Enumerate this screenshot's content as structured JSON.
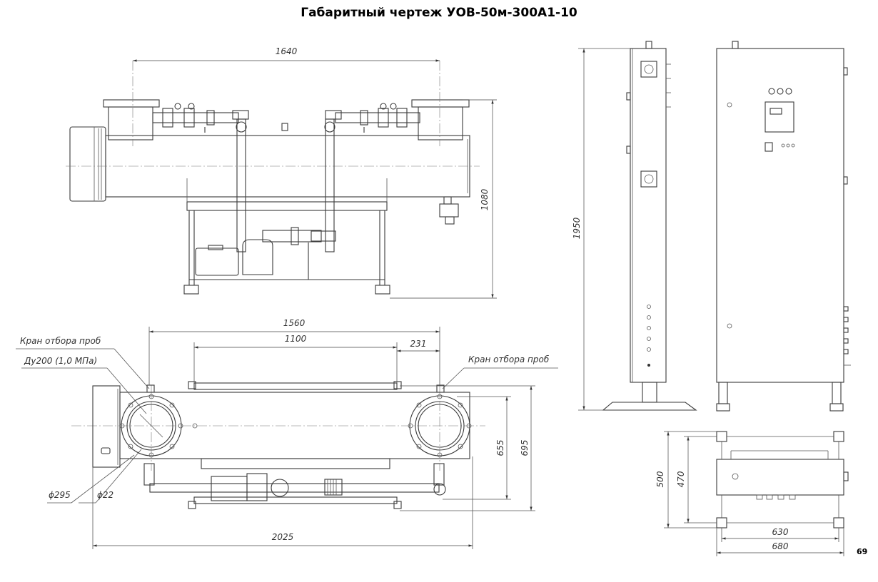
{
  "title": "Габаритный чертеж УОВ-50м-300А1-10",
  "page_number": "69",
  "front_view": {
    "overall_height": "1080",
    "flange_spacing": "1640"
  },
  "top_view": {
    "flange_spacing": "1560",
    "frame_length": "1100",
    "offset": "231",
    "overall_length": "2025",
    "width_inner": "655",
    "width_outer": "695",
    "callout_left_tap": "Кран отбора проб",
    "callout_right_tap": "Кран отбора проб",
    "callout_nozzle": "Ду200 (1,0 МПа)",
    "flange_diameter": "ϕ295",
    "bolt_hole": "ϕ22"
  },
  "cabinet": {
    "height": "1950",
    "base_depth_outer": "500",
    "base_depth_inner": "470",
    "base_width_inner": "630",
    "base_width_outer": "680"
  }
}
